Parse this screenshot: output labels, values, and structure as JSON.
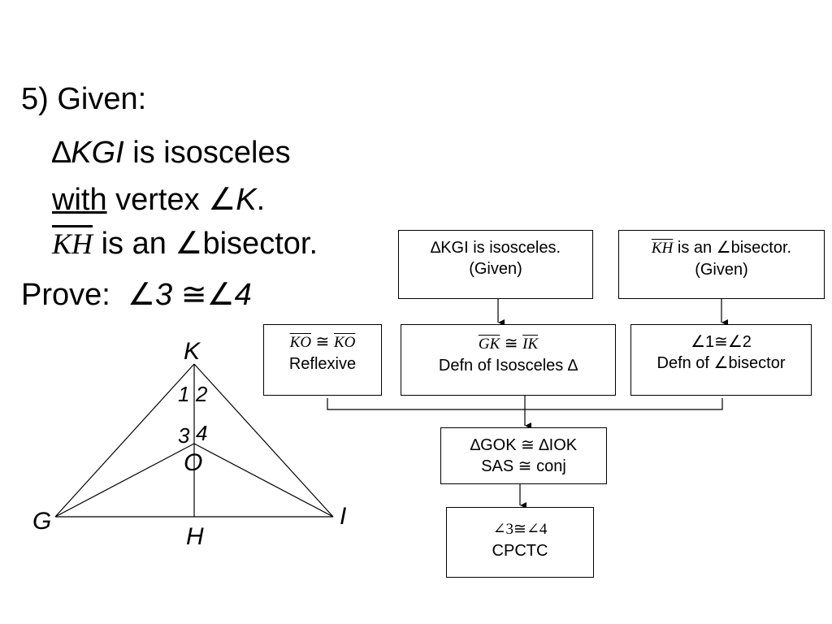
{
  "given": {
    "label": "5) Given:",
    "triangle_symbol": "∆",
    "triangle_name": "KGI",
    "is_isosceles": " is isosceles",
    "with_word": "with",
    "vertex_text": " vertex ",
    "angle_symbol": "∠",
    "vertex_name": "K",
    "period": ".",
    "segment": "KH",
    "is_an": " is an ",
    "bisector": "bisector."
  },
  "prove": {
    "label": "Prove:",
    "angle_symbol": "∠",
    "left": "3",
    "congruent": "≅",
    "right": "4"
  },
  "boxes": {
    "given1": {
      "line1": "∆KGI is isosceles.",
      "line2": "(Given)"
    },
    "given2": {
      "segment": "KH",
      "line1": " is an ∠bisector.",
      "line2": "(Given)"
    },
    "reflexive": {
      "seg_a": "KO",
      "cong": " ≅ ",
      "seg_b": "KO",
      "reason": "Reflexive"
    },
    "isosceles": {
      "seg_a": "GK",
      "cong": " ≅ ",
      "seg_b": "IK",
      "reason": "Defn of Isosceles ∆"
    },
    "bisector": {
      "statement": "∠1≅∠2",
      "reason": "Defn of ∠bisector"
    },
    "sas": {
      "statement": "∆GOK ≅ ∆IOK",
      "reason": "SAS ≅ conj"
    },
    "cpctc": {
      "statement": "∠3≅∠4",
      "reason": "CPCTC"
    }
  },
  "figure": {
    "vertices": {
      "K": "K",
      "G": "G",
      "I": "I",
      "H": "H",
      "O": "O"
    },
    "angles": {
      "a1": "1",
      "a2": "2",
      "a3": "3",
      "a4": "4"
    }
  }
}
